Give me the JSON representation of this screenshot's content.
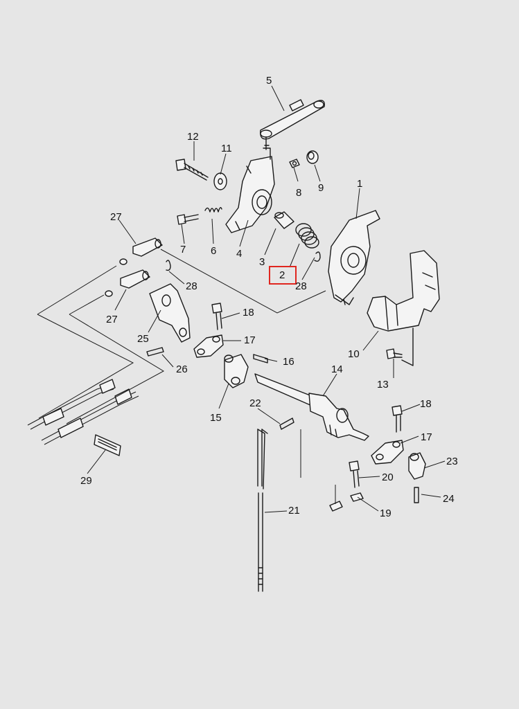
{
  "diagram": {
    "highlight_color": "#e0261f",
    "line_color": "#1a1a1a",
    "background_color": "#e6e6e6",
    "highlighted_part": "2",
    "callouts": [
      {
        "id": "c5",
        "label": "5"
      },
      {
        "id": "c12",
        "label": "12"
      },
      {
        "id": "c11",
        "label": "11"
      },
      {
        "id": "c8",
        "label": "8"
      },
      {
        "id": "c9",
        "label": "9"
      },
      {
        "id": "c1",
        "label": "1"
      },
      {
        "id": "c27a",
        "label": "27"
      },
      {
        "id": "c7",
        "label": "7"
      },
      {
        "id": "c6",
        "label": "6"
      },
      {
        "id": "c4",
        "label": "4"
      },
      {
        "id": "c3",
        "label": "3"
      },
      {
        "id": "c2",
        "label": "2"
      },
      {
        "id": "c28a",
        "label": "28"
      },
      {
        "id": "c28b",
        "label": "28"
      },
      {
        "id": "c27b",
        "label": "27"
      },
      {
        "id": "c18a",
        "label": "18"
      },
      {
        "id": "c25",
        "label": "25"
      },
      {
        "id": "c17a",
        "label": "17"
      },
      {
        "id": "c10",
        "label": "10"
      },
      {
        "id": "c16",
        "label": "16"
      },
      {
        "id": "c26",
        "label": "26"
      },
      {
        "id": "c13",
        "label": "13"
      },
      {
        "id": "c14",
        "label": "14"
      },
      {
        "id": "c15",
        "label": "15"
      },
      {
        "id": "c22",
        "label": "22"
      },
      {
        "id": "c18b",
        "label": "18"
      },
      {
        "id": "c17b",
        "label": "17"
      },
      {
        "id": "c23",
        "label": "23"
      },
      {
        "id": "c20",
        "label": "20"
      },
      {
        "id": "c29",
        "label": "29"
      },
      {
        "id": "c24",
        "label": "24"
      },
      {
        "id": "c21",
        "label": "21"
      },
      {
        "id": "c19",
        "label": "19"
      }
    ]
  }
}
